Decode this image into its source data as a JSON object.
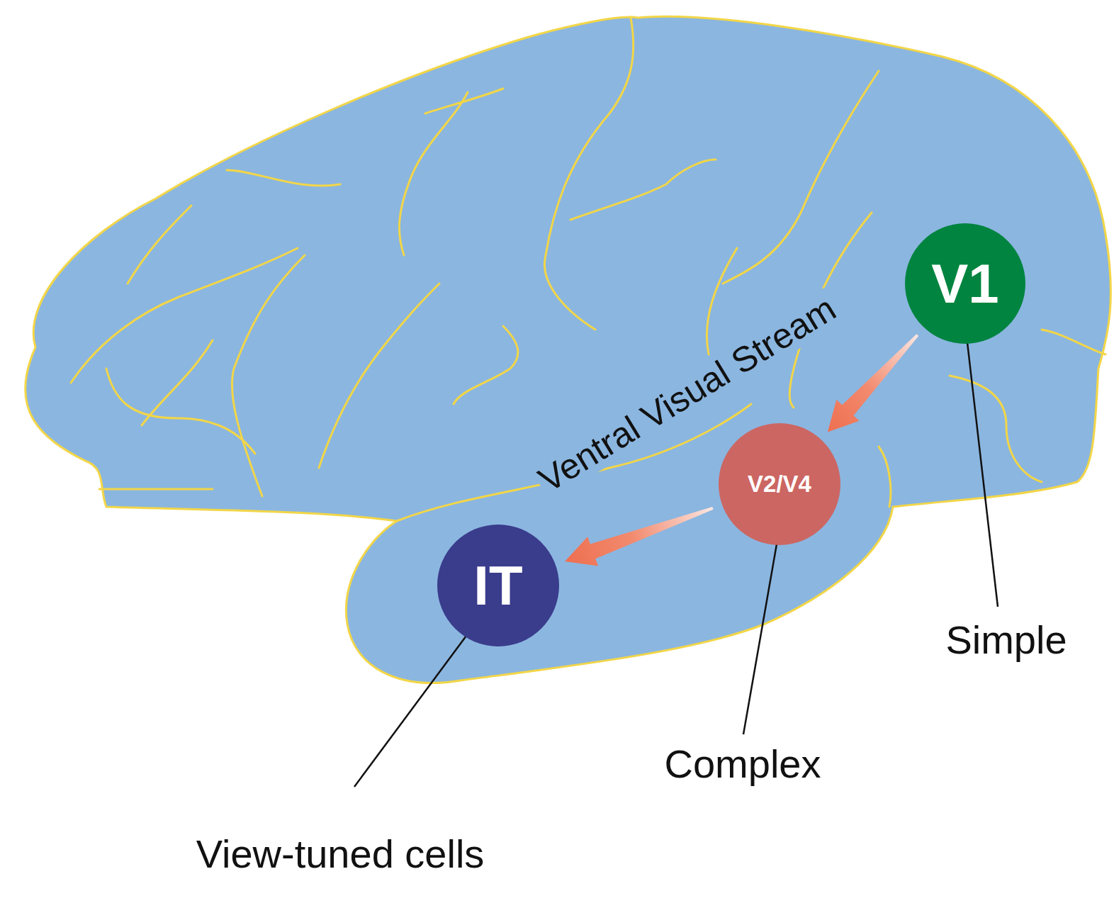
{
  "diagram": {
    "nodes": [
      {
        "text": [
          "V1"
        ]
      },
      {
        "text": [
          "V2/V4"
        ]
      },
      {
        "text": [
          "IT"
        ]
      }
    ],
    "edges": [
      {
        "from": 0,
        "to": 1,
        "arrow": "to"
      },
      {
        "from": 1,
        "to": 2,
        "arrow": "to"
      }
    ],
    "labels": [
      "Ventral Visual Stream",
      "Simple",
      "Complex",
      "View-tuned cells"
    ]
  }
}
